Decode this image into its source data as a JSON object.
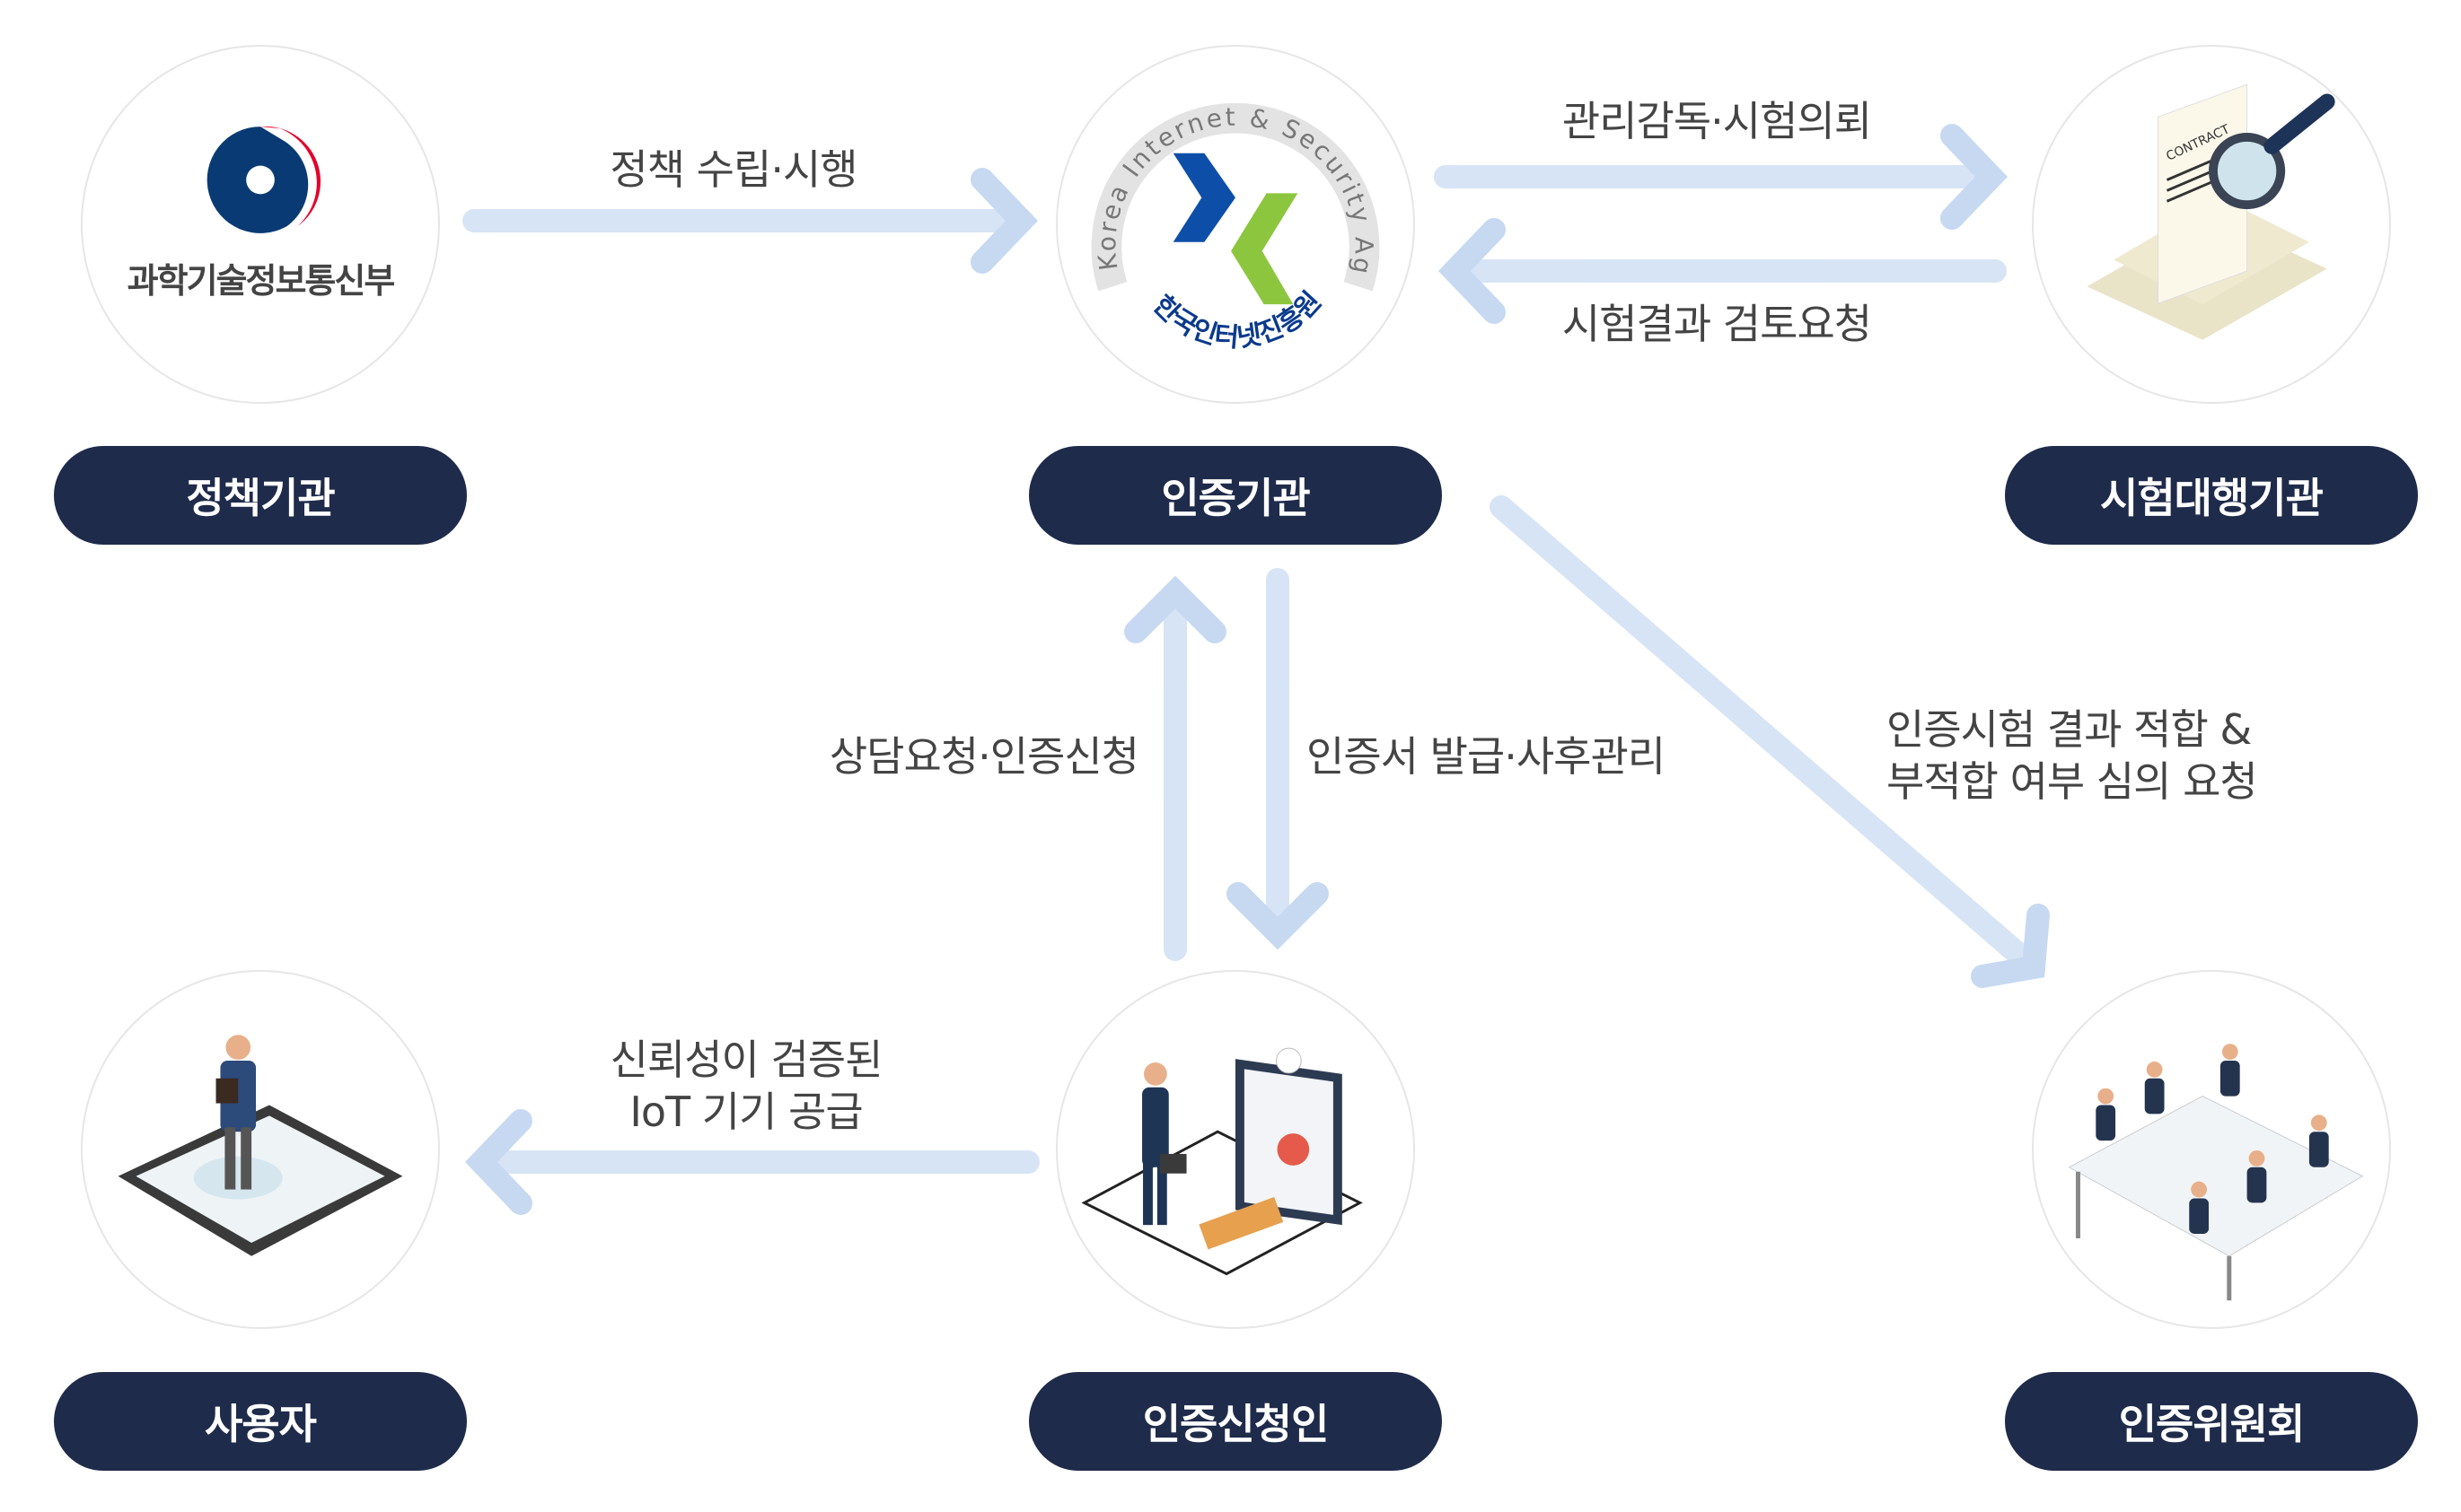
{
  "nodes": {
    "policy": {
      "label": "정책기관",
      "logo_text": "과학기술정보통신부"
    },
    "certification": {
      "label": "인증기관",
      "logo_text_en": "Korea Internet & Security Agency",
      "logo_text_ko": "한국인터넷진흥원"
    },
    "testing": {
      "label": "시험대행기관",
      "doc_text": "CONTRACT"
    },
    "user": {
      "label": "사용자"
    },
    "applicant": {
      "label": "인증신청인"
    },
    "committee": {
      "label": "인증위원회"
    }
  },
  "flows": {
    "policy_to_cert": "정책 수립·시행",
    "cert_to_testing": "관리감독·시험의뢰",
    "testing_to_cert": "시험결과 검토요청",
    "applicant_to_cert": "상담요청·인증신청",
    "cert_to_applicant": "인증서 발급·사후관리",
    "cert_to_committee": [
      "인증시험 결과 적합 &",
      "부적합 여부 심의 요청"
    ],
    "applicant_to_user": [
      "신뢰성이 검증된",
      "IoT 기기 공급"
    ]
  },
  "colors": {
    "pill": "#1f2b4a",
    "arrow": "#d5e3f5",
    "arrow_head": "#b5cdee",
    "text": "#444444"
  }
}
